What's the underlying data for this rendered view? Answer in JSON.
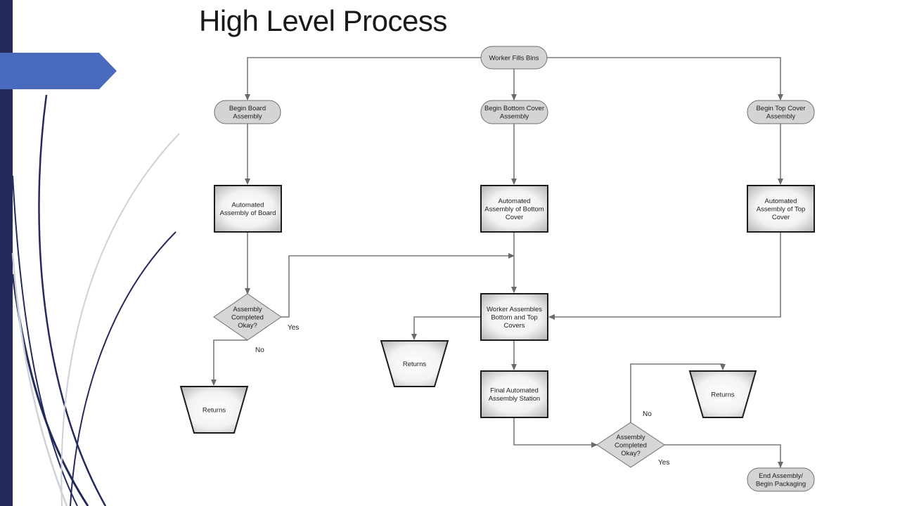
{
  "slide": {
    "title": "High Level Process"
  },
  "diagram": {
    "nodes": {
      "worker_fills_bins": {
        "lines": [
          "Worker Fills Bins"
        ]
      },
      "begin_board": {
        "lines": [
          "Begin Board",
          "Assembly"
        ]
      },
      "begin_bottom": {
        "lines": [
          "Begin Bottom Cover",
          "Assembly"
        ]
      },
      "begin_top": {
        "lines": [
          "Begin Top Cover",
          "Assembly"
        ]
      },
      "auto_board": {
        "lines": [
          "Automated",
          "Assembly of Board"
        ]
      },
      "auto_bottom": {
        "lines": [
          "Automated",
          "Assembly of Bottom",
          "Cover"
        ]
      },
      "auto_top": {
        "lines": [
          "Automated",
          "Assembly of Top",
          "Cover"
        ]
      },
      "decision_board": {
        "lines": [
          "Assembly",
          "Completed",
          "Okay?"
        ]
      },
      "worker_assembles": {
        "lines": [
          "Worker Assembles",
          "Bottom and Top",
          "Covers"
        ]
      },
      "returns_left": {
        "lines": [
          "Returns"
        ]
      },
      "returns_middle": {
        "lines": [
          "Returns"
        ]
      },
      "returns_right": {
        "lines": [
          "Returns"
        ]
      },
      "final_station": {
        "lines": [
          "Final Automated",
          "Assembly Station"
        ]
      },
      "decision_final": {
        "lines": [
          "Assembly",
          "Completed",
          "Okay?"
        ]
      },
      "end_assembly": {
        "lines": [
          "End Assembly/",
          "Begin Packaging"
        ]
      }
    },
    "edge_labels": {
      "board_yes": "Yes",
      "board_no": "No",
      "final_no": "No",
      "final_yes": "Yes"
    }
  },
  "theme": {
    "navy": "#242a5a",
    "banner_blue": "#4a6bbd",
    "edge_gray": "#7a7a7a",
    "node_gray": "#d4d4d4"
  }
}
